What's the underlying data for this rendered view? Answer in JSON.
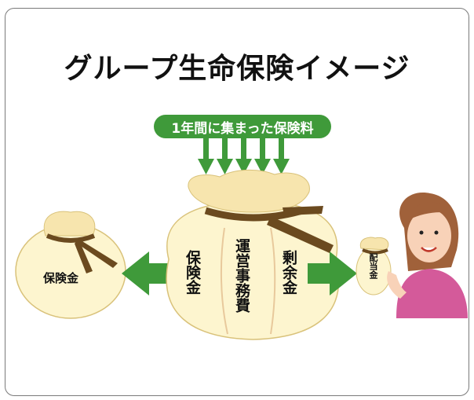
{
  "title": "グループ生命保険イメージ",
  "premium_label": "1年間に集まった保険料",
  "center_bag": {
    "section_left": "保険金",
    "section_middle": "運営事務費",
    "section_right": "剰余金"
  },
  "left_bag_label": "保険金",
  "right_bag_label": "配当金",
  "colors": {
    "green": "#3f9a3a",
    "bag_fill": "#fdf5cf",
    "bag_outline": "#b9953f",
    "ribbon": "#6b4a1f"
  }
}
